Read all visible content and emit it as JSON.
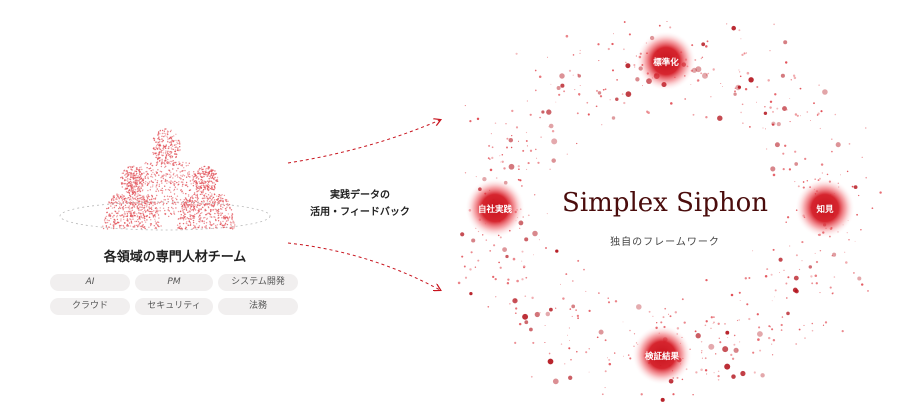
{
  "team": {
    "title": "各領域の専門人材チーム",
    "tags": [
      "AI",
      "PM",
      "システム開発",
      "クラウド",
      "セキュリティ",
      "法務"
    ]
  },
  "flow": {
    "line1": "実践データの",
    "line2": "活用・フィードバック"
  },
  "brand": {
    "name": "Simplex Siphon",
    "subtitle": "独自のフレームワーク"
  },
  "nodes": {
    "top": "標準化",
    "left": "自社実践",
    "right": "知見",
    "bottom": "検証結果"
  },
  "colors": {
    "accent": "#c8141e",
    "dark_red": "#4a0c0c"
  }
}
